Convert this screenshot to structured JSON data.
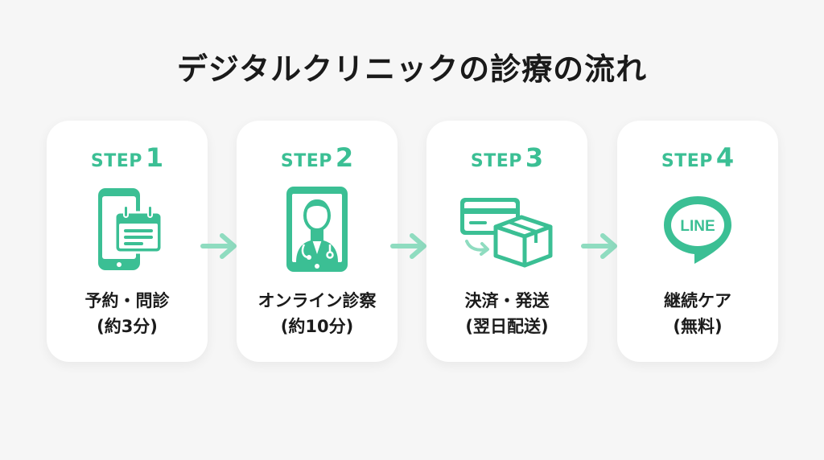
{
  "title": "デジタルクリニックの診療の流れ",
  "colors": {
    "accent": "#3bbf94",
    "accent_light": "#8fdcc0",
    "card": "#ffffff",
    "background": "#f6f6f6"
  },
  "steps": [
    {
      "word": "STEP",
      "number": "1",
      "title": "予約・問診",
      "detail": "(約3分)",
      "icon": "phone-calendar-icon"
    },
    {
      "word": "STEP",
      "number": "2",
      "title": "オンライン診察",
      "detail": "(約10分)",
      "icon": "doctor-tablet-icon"
    },
    {
      "word": "STEP",
      "number": "3",
      "title": "決済・発送",
      "detail": "(翌日配送)",
      "icon": "card-box-icon"
    },
    {
      "word": "STEP",
      "number": "4",
      "title": "継続ケア",
      "detail": "(無料)",
      "icon": "line-chat-icon",
      "icon_text": "LINE"
    }
  ]
}
